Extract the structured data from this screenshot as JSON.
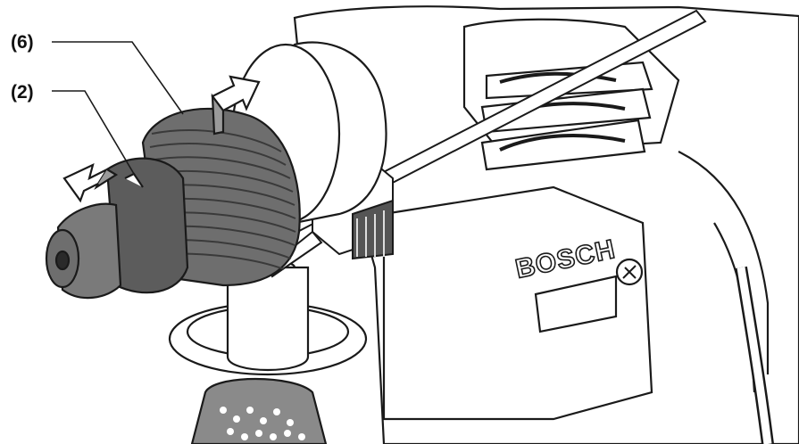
{
  "callouts": [
    {
      "id": "6",
      "text": "(6)"
    },
    {
      "id": "2",
      "text": "(2)"
    }
  ],
  "brand_text": "BOSCH",
  "colors": {
    "chuck": "#6e6e6e",
    "chuck_dark": "#3a3a3a",
    "line": "#1a1a1a",
    "body_fill": "#ffffff"
  }
}
